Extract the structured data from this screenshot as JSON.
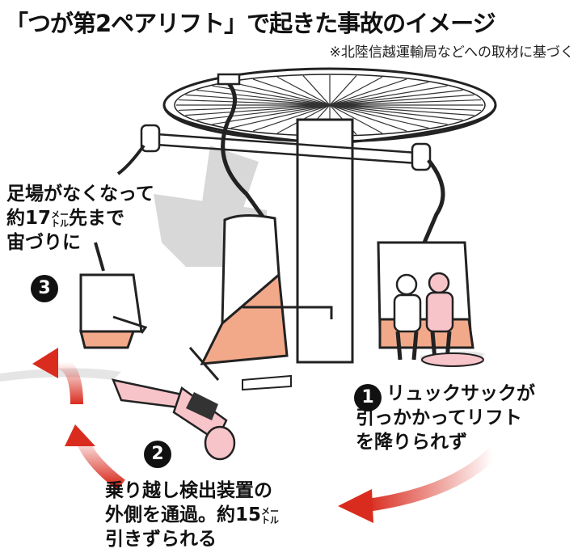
{
  "title": "「つが第2ペアリフト」で起きた事故のイメージ",
  "source_note": "※北陸信越運輸局などへの取材に基づく",
  "steps": [
    {
      "number": "1",
      "lines": [
        "リュックサックが",
        "引っかかってリフト",
        "を降りられず"
      ]
    },
    {
      "number": "2",
      "lines": [
        "乗り越し検出装置の",
        "外側を通過。約15",
        "引きずられる"
      ],
      "unit_top": "メー",
      "unit_bottom": "トル"
    },
    {
      "number": "3",
      "lines": [
        "足場がなくなって",
        "約17",
        "宙づりに"
      ],
      "line2_tail": "先まで",
      "unit_top": "メー",
      "unit_bottom": "トル"
    }
  ],
  "colors": {
    "seat_fill": "#f2a98a",
    "person_fill": "#f7c4c9",
    "arrow_red": "#d92c1f",
    "line": "#222222",
    "snow_shadow": "#e5e5e5"
  }
}
